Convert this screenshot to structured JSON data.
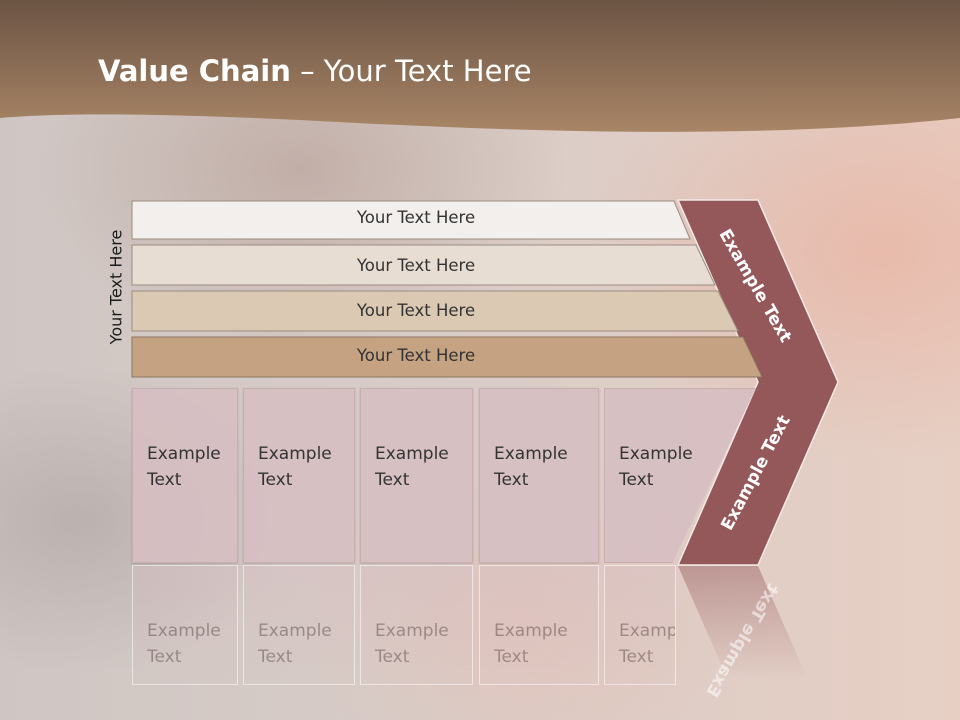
{
  "slide": {
    "title_bold": "Value Chain",
    "title_rest": " – Your Text Here",
    "vertical_label": "Your Text Here"
  },
  "bars": [
    {
      "label": "Your Text Here",
      "color": "#f2efec"
    },
    {
      "label": "Your Text Here",
      "color": "#e8ddd3"
    },
    {
      "label": "Your Text Here",
      "color": "#dcc9b4"
    },
    {
      "label": "Your Text Here",
      "color": "#c4a282"
    }
  ],
  "boxes": [
    {
      "line1": "Example",
      "line2": "Text"
    },
    {
      "line1": "Example",
      "line2": "Text"
    },
    {
      "line1": "Example",
      "line2": "Text"
    },
    {
      "line1": "Example",
      "line2": "Text"
    },
    {
      "line1": "Example",
      "line2": "Text"
    }
  ],
  "chevron": {
    "upper_label": "Example Text",
    "lower_label": "Example Text",
    "color": "#94575a"
  },
  "colors": {
    "header_top": "#6c5444",
    "header_bottom": "#a88566"
  }
}
